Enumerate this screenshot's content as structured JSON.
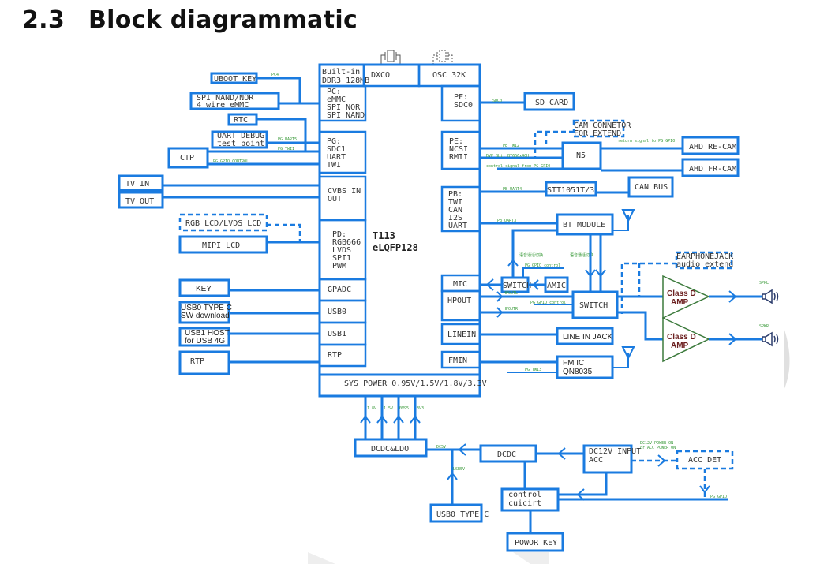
{
  "title": {
    "number": "2.3",
    "text": "Block diagrammatic"
  },
  "soc": {
    "name": "T113",
    "package": "eLQFP128"
  },
  "soc_blocks": {
    "ddr": [
      "Built-in",
      "DDR3 128MB"
    ],
    "dxco": "DXCO",
    "osc": "OSC 32K",
    "pc": [
      "PC:",
      "eMMC",
      "SPI NOR",
      "SPI NAND"
    ],
    "pg": [
      "PG:",
      "SDC1",
      "UART",
      "TWI"
    ],
    "cvbs": [
      "CVBS IN",
      "OUT"
    ],
    "pd": [
      "PD:",
      "RGB666",
      "LVDS",
      "SPI1",
      "PWM"
    ],
    "gpadc": "GPADC",
    "usb0": "USB0",
    "usb1": "USB1",
    "rtp": "RTP",
    "pf": [
      "PF:",
      "SDC0"
    ],
    "pe": [
      "PE:",
      "NCSI",
      "RMII"
    ],
    "pb": [
      "PB:",
      "TWI",
      "CAN",
      "I2S",
      "UART"
    ],
    "mic": "MIC",
    "hpout": "HPOUT",
    "linein": "LINEIN",
    "fmin": "FMIN",
    "sys_power": "SYS POWER 0.95V/1.5V/1.8V/3.3V"
  },
  "left_blocks": {
    "uboot_key": "UBOOT KEY",
    "spi_nand": [
      "SPI NAND/NOR",
      "4 wire eMMC"
    ],
    "rtc": "RTC",
    "uart_debug": [
      "UART DEBUG",
      "test point"
    ],
    "ctp": "CTP",
    "tv_in": "TV IN",
    "tv_out": "TV OUT",
    "rgb_lcd": "RGB LCD/LVDS LCD",
    "mipi_lcd": "MIPI LCD",
    "key": "KEY",
    "usb0_typec": [
      "USB0 TYPE C",
      "SW download"
    ],
    "usb1_host": [
      "USB1 HOST",
      "for USB 4G"
    ],
    "rtp": "RTP"
  },
  "right_blocks": {
    "sd_card": "SD CARD",
    "cam_connector": [
      "CAM CONNETOR",
      "FOR EXTEND"
    ],
    "n5": "N5",
    "ahd_re": "AHD RE-CAM",
    "ahd_fr": "AHD FR-CAM",
    "sit1051": "SIT1051T/3",
    "can_bus": "CAN BUS",
    "bt_module": "BT MODULE",
    "switch_mic": "SWITCH",
    "amic": "AMIC",
    "switch_audio": "SWITCH",
    "earphone": [
      "EARPHONEJACK",
      "audio extend"
    ],
    "amp_l": [
      "Class D",
      "AMP"
    ],
    "amp_r": [
      "Class D",
      "AMP"
    ],
    "line_in_jack": "LINE IN JACK",
    "fm_ic": [
      "FM IC",
      "QN8035"
    ]
  },
  "power_blocks": {
    "dcdc_ldo": "DCDC&LDO",
    "dcdc": "DCDC",
    "dc12v": [
      "DC12V INPUT",
      "ACC"
    ],
    "acc_det": "ACC DET",
    "control": [
      "control",
      "cuicirt"
    ],
    "usb0_typec": "USB0 TYPE C",
    "power_key": "POWOR KEY"
  },
  "signal_labels": {
    "pc4": "PC4",
    "pg_uart5": "PG UART5",
    "pg_twi1": "PG TWI1",
    "pg_gpio_control": "PG GPIO CONTROL",
    "sdc0": "SDC0",
    "pe_twi2": "PE TWI2",
    "dvp": "DVP 8bit BT656x4CH",
    "control_signal": "control signal from PG GPIO",
    "return_signal": "return signal to PG GPIO",
    "pb_uart4": "PB UART4",
    "pb_uart3": "PB UART3",
    "voice_switch_1": "语音通话切换",
    "voice_switch_2": "语音通话切换",
    "pg_gpio_ctrl_1": "PG GPIO control",
    "pg_gpio_ctrl_2": "PG GPIO control",
    "hpoutl": "HPOUTL",
    "hpoutr": "HPOUTR",
    "spkl": "SPKL",
    "spkr": "SPKR",
    "pg_twi3": "PG TWI3",
    "v18": "1.8V",
    "v15": "1.5V",
    "v095": "0V95",
    "v33": "3V3",
    "dc5v": "DC5V",
    "usb5v": "USB5V",
    "dc12v_on": "DC12V POWER ON",
    "acc_on": "or ACC POWER ON",
    "pg_gpio": "PG GPIO"
  }
}
